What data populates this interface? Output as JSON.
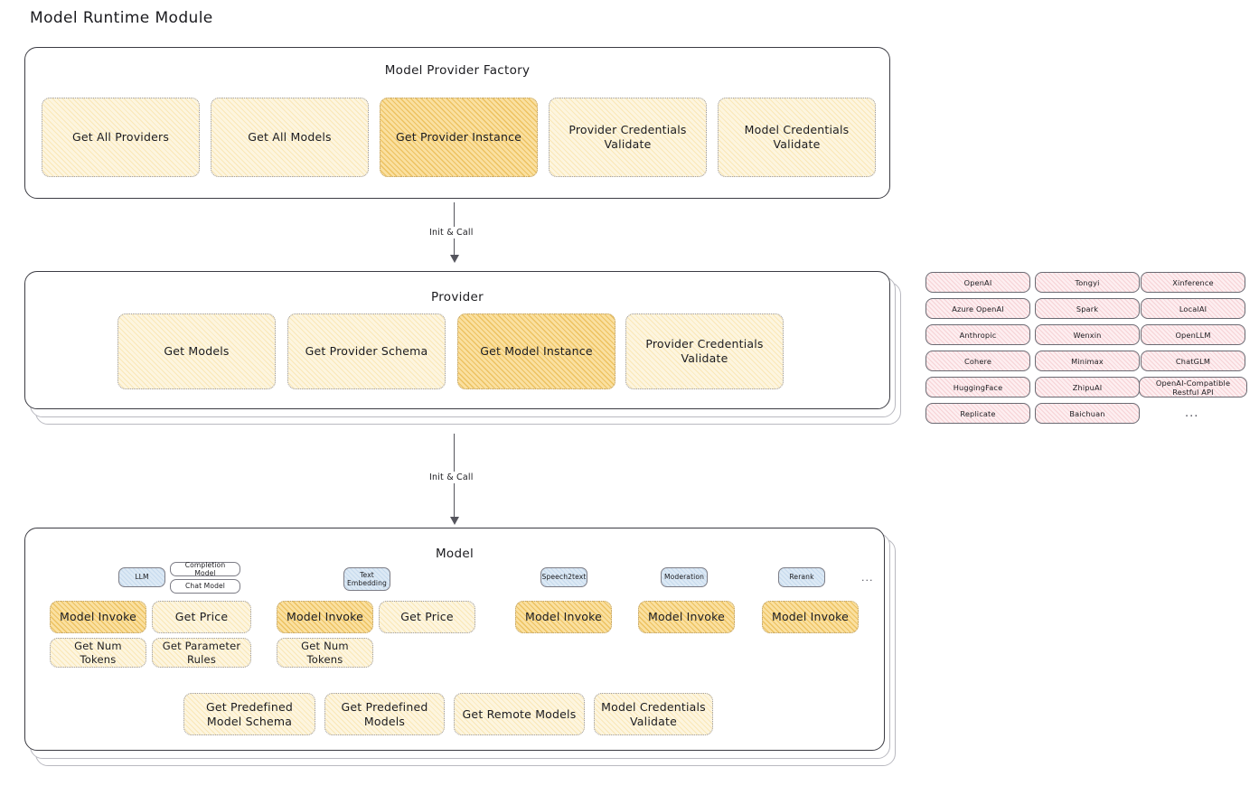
{
  "page": {
    "title": "Model Runtime Module"
  },
  "panels": {
    "factory": {
      "title": "Model Provider Factory",
      "boxes": [
        {
          "label": "Get All Providers",
          "highlighted": false
        },
        {
          "label": "Get All Models",
          "highlighted": false
        },
        {
          "label": "Get Provider Instance",
          "highlighted": true
        },
        {
          "label": "Provider Credentials Validate",
          "highlighted": false
        },
        {
          "label": "Model Credentials Validate",
          "highlighted": false
        }
      ]
    },
    "provider": {
      "title": "Provider",
      "boxes": [
        {
          "label": "Get Models",
          "highlighted": false
        },
        {
          "label": "Get Provider Schema",
          "highlighted": false
        },
        {
          "label": "Get Model Instance",
          "highlighted": true
        },
        {
          "label": "Provider Credentials Validate",
          "highlighted": false
        }
      ]
    },
    "model": {
      "title": "Model",
      "types": [
        {
          "name": "LLM",
          "subtypes": [
            "Completion Model",
            "Chat Model"
          ],
          "boxes": [
            {
              "label": "Model Invoke",
              "highlighted": true
            },
            {
              "label": "Get Price",
              "highlighted": false
            },
            {
              "label": "Get Num Tokens",
              "highlighted": false
            },
            {
              "label": "Get Parameter Rules",
              "highlighted": false
            }
          ]
        },
        {
          "name": "Text Embedding",
          "subtypes": [],
          "boxes": [
            {
              "label": "Model Invoke",
              "highlighted": true
            },
            {
              "label": "Get Price",
              "highlighted": false
            },
            {
              "label": "Get Num Tokens",
              "highlighted": false
            }
          ]
        },
        {
          "name": "Speech2text",
          "subtypes": [],
          "boxes": [
            {
              "label": "Model Invoke",
              "highlighted": true
            }
          ]
        },
        {
          "name": "Moderation",
          "subtypes": [],
          "boxes": [
            {
              "label": "Model Invoke",
              "highlighted": true
            }
          ]
        },
        {
          "name": "Rerank",
          "subtypes": [],
          "boxes": [
            {
              "label": "Model Invoke",
              "highlighted": true
            }
          ]
        }
      ],
      "types_more": "...",
      "common_boxes": [
        {
          "label": "Get Predefined Model Schema",
          "highlighted": false
        },
        {
          "label": "Get Predefined Models",
          "highlighted": false
        },
        {
          "label": "Get Remote Models",
          "highlighted": false
        },
        {
          "label": "Model Credentials Validate",
          "highlighted": false
        }
      ]
    }
  },
  "connectors": [
    {
      "label": "Init & Call"
    },
    {
      "label": "Init & Call"
    }
  ],
  "provider_list": {
    "columns": [
      [
        "OpenAI",
        "Azure OpenAI",
        "Anthropic",
        "Cohere",
        "HuggingFace",
        "Replicate"
      ],
      [
        "Tongyi",
        "Spark",
        "Wenxin",
        "Minimax",
        "ZhipuAI",
        "Baichuan"
      ],
      [
        "Xinference",
        "LocalAI",
        "OpenLLM",
        "ChatGLM",
        "OpenAI-Compatible Restful API"
      ]
    ],
    "more": "..."
  },
  "colors": {
    "fill_normal": "#fdf5df",
    "fill_highlight": "#fae0a0",
    "chip_provider": "#fdeef0",
    "chip_type": "#dce9f5",
    "border": "#3c3c43",
    "text": "#1b1b1f"
  }
}
